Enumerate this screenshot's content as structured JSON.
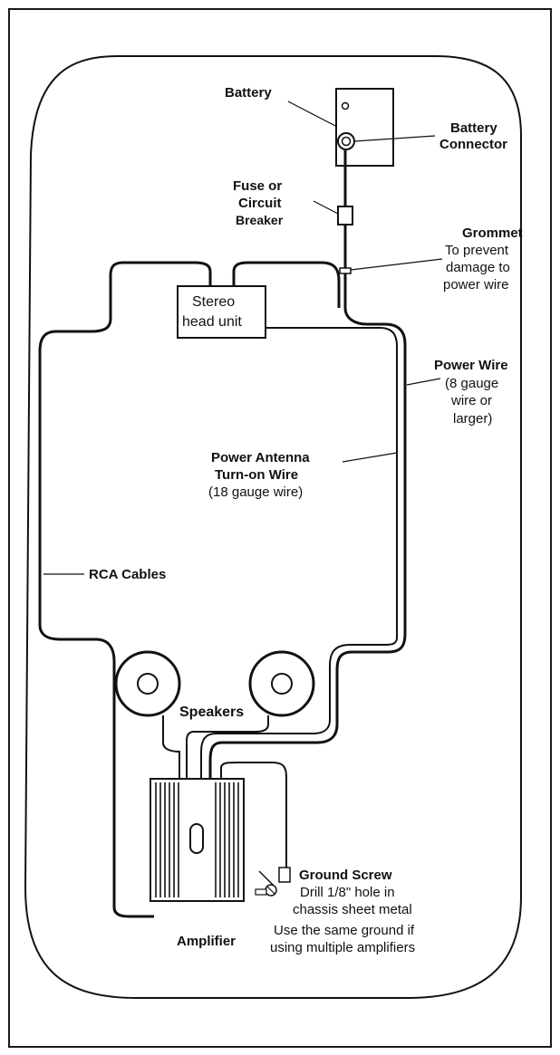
{
  "labels": {
    "battery": "Battery",
    "battery_connector_1": "Battery",
    "battery_connector_2": "Connector",
    "fuse_1": "Fuse or",
    "fuse_2": "Circuit",
    "fuse_3": "Breaker",
    "grommet_title": "Grommet",
    "grommet_1": "To prevent",
    "grommet_2": "damage to",
    "grommet_3": "power wire",
    "stereo_1": "Stereo",
    "stereo_2": "head unit",
    "power_wire_title": "Power Wire",
    "power_wire_1": "(8 gauge",
    "power_wire_2": "wire or",
    "power_wire_3": "larger)",
    "antenna_1": "Power Antenna",
    "antenna_2": "Turn-on Wire",
    "antenna_3": "(18 gauge wire)",
    "rca": "RCA Cables",
    "speakers": "Speakers",
    "ground_title": "Ground Screw",
    "ground_1": "Drill 1/8\" hole in",
    "ground_2": "chassis sheet metal",
    "ground_3": "Use the same ground if",
    "ground_4": "using multiple amplifiers",
    "amplifier": "Amplifier"
  },
  "colors": {
    "ink": "#111111",
    "background": "#ffffff"
  }
}
